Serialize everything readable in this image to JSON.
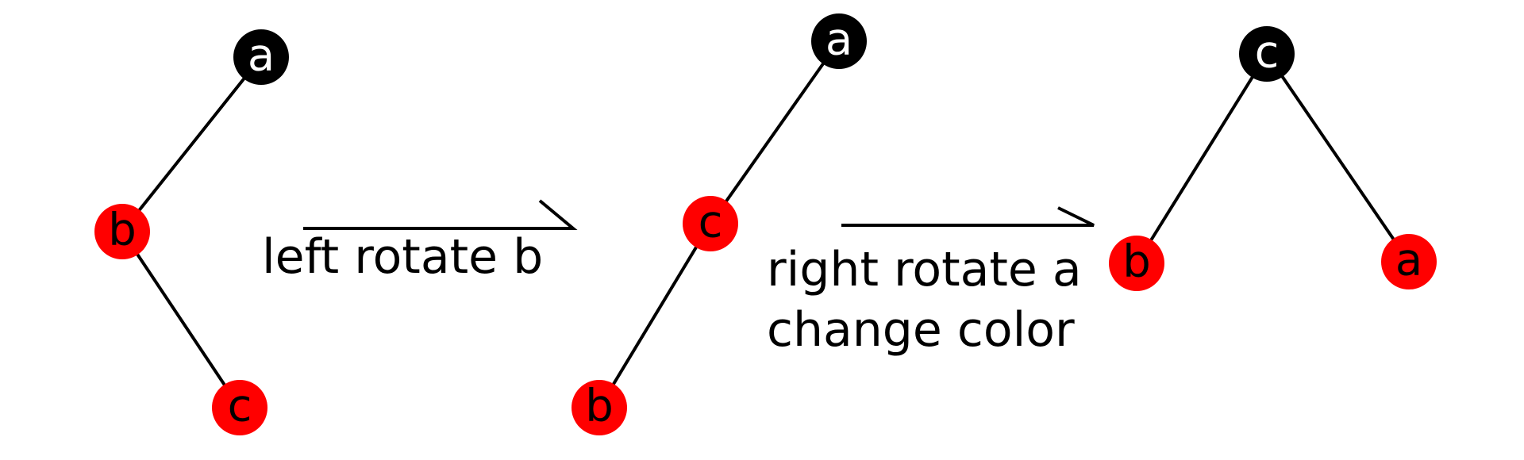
{
  "colors": {
    "black_node": "#000000",
    "red_node": "#ff0000",
    "edge": "#000000",
    "label_on_black": "#ffffff",
    "label_on_red": "#000000"
  },
  "trees": [
    {
      "nodes": [
        {
          "id": "t1-a",
          "label": "a",
          "color": "black"
        },
        {
          "id": "t1-b",
          "label": "b",
          "color": "red"
        },
        {
          "id": "t1-c",
          "label": "c",
          "color": "red"
        }
      ],
      "edges": [
        [
          "t1-a",
          "t1-b"
        ],
        [
          "t1-b",
          "t1-c"
        ]
      ]
    },
    {
      "nodes": [
        {
          "id": "t2-a",
          "label": "a",
          "color": "black"
        },
        {
          "id": "t2-c",
          "label": "c",
          "color": "red"
        },
        {
          "id": "t2-b",
          "label": "b",
          "color": "red"
        }
      ],
      "edges": [
        [
          "t2-a",
          "t2-c"
        ],
        [
          "t2-c",
          "t2-b"
        ]
      ]
    },
    {
      "nodes": [
        {
          "id": "t3-c",
          "label": "c",
          "color": "black"
        },
        {
          "id": "t3-b",
          "label": "b",
          "color": "red"
        },
        {
          "id": "t3-a",
          "label": "a",
          "color": "red"
        }
      ],
      "edges": [
        [
          "t3-c",
          "t3-b"
        ],
        [
          "t3-c",
          "t3-a"
        ]
      ]
    }
  ],
  "steps": [
    {
      "lines": [
        "left rotate b"
      ]
    },
    {
      "lines": [
        "right rotate a",
        "change color"
      ]
    }
  ]
}
